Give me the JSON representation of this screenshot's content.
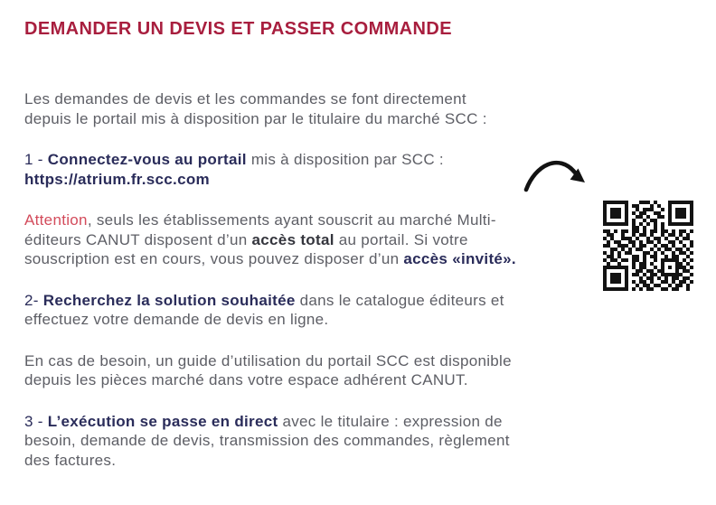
{
  "page": {
    "background": "#ffffff"
  },
  "title": {
    "text": "DEMANDER UN DEVIS ET PASSER COMMANDE",
    "color": "#a81e3e"
  },
  "colors": {
    "body": "#5d5e65",
    "navy": "#2a2c5a",
    "charcoal": "#34353d",
    "red": "#d34b5b"
  },
  "paragraphs": [
    {
      "id": "intro",
      "segments": [
        {
          "text": "Les demandes de devis et les commandes se font directement",
          "style": "body"
        },
        {
          "br": true
        },
        {
          "text": "depuis le portail mis à disposition par le titulaire du marché SCC :",
          "style": "body"
        }
      ]
    },
    {
      "id": "step1",
      "segments": [
        {
          "text": "1 - ",
          "style": "navy",
          "name": "step-number-1"
        },
        {
          "text": "Connectez-vous au portail",
          "style": "navy-bold",
          "name": "step1-heading"
        },
        {
          "text": " mis à disposition par SCC :",
          "style": "body"
        },
        {
          "br": true
        },
        {
          "text": "https://atrium.fr.scc.com",
          "style": "navy-bold",
          "name": "portal-url-link",
          "interactable": true
        }
      ]
    },
    {
      "id": "attention",
      "segments": [
        {
          "text": "Attention",
          "style": "red",
          "name": "attention-label"
        },
        {
          "text": ", seuls les établissements ayant souscrit au marché Multi-",
          "style": "body"
        },
        {
          "br": true
        },
        {
          "text": "éditeurs CANUT disposent d’un ",
          "style": "body"
        },
        {
          "text": "accès total",
          "style": "charcoal-bold",
          "name": "acces-total-emphasis"
        },
        {
          "text": " au portail. Si votre",
          "style": "body"
        },
        {
          "br": true
        },
        {
          "text": "souscription est en cours, vous pouvez disposer d’un ",
          "style": "body"
        },
        {
          "text": "accès «invité».",
          "style": "navy-bold",
          "name": "acces-invite-emphasis"
        }
      ]
    },
    {
      "id": "step2",
      "segments": [
        {
          "text": "2- ",
          "style": "navy",
          "name": "step-number-2"
        },
        {
          "text": "Recherchez la solution souhaitée",
          "style": "navy-bold",
          "name": "step2-heading"
        },
        {
          "text": " dans le catalogue éditeurs et",
          "style": "body"
        },
        {
          "br": true
        },
        {
          "text": "effectuez votre demande de devis en ligne.",
          "style": "body"
        }
      ]
    },
    {
      "id": "guide",
      "segments": [
        {
          "text": "En cas de besoin, un guide d’utilisation du portail SCC est disponible",
          "style": "body"
        },
        {
          "br": true
        },
        {
          "text": "depuis les pièces marché dans votre espace adhérent CANUT.",
          "style": "body"
        }
      ]
    },
    {
      "id": "step3",
      "segments": [
        {
          "text": "3 - ",
          "style": "navy",
          "name": "step-number-3"
        },
        {
          "text": "L’exécution se passe en direct",
          "style": "navy-bold",
          "name": "step3-heading"
        },
        {
          "text": " avec le titulaire : expression de",
          "style": "body"
        },
        {
          "br": true
        },
        {
          "text": "besoin, demande de devis, transmission des commandes, règlement",
          "style": "body"
        },
        {
          "br": true
        },
        {
          "text": "des factures.",
          "style": "body"
        }
      ]
    }
  ],
  "arrow": {
    "color": "#121212",
    "meaning": "curved-arrow-pointing-to-qr-code"
  },
  "qr": {
    "color": "#131313",
    "modules": 25,
    "matrix": [
      "1111111000111010001111111",
      "1000001011000101001000001",
      "1011101001011100101011101",
      "1011101010110011001011101",
      "1011101001101001101011101",
      "1000001010010110001000001",
      "1111111010101010101111111",
      "0000000011010010100000000",
      "1101011011010110110101101",
      "0110010010110100101101010",
      "1010011101001011010010110",
      "0101100110101101001101001",
      "1100111010110010110100101",
      "0011010101100101011011010",
      "1010101100011010100101101",
      "0110100011010110010110010",
      "1011011011010010111110101",
      "0100100010110100100011010",
      "1111111010110010101011101",
      "1000001001101101100010110",
      "1011101011010110111111001",
      "1011101000101101010110110",
      "1011101010110100110101101",
      "1000001001011011001011010",
      "1111111010101100110110010"
    ]
  }
}
